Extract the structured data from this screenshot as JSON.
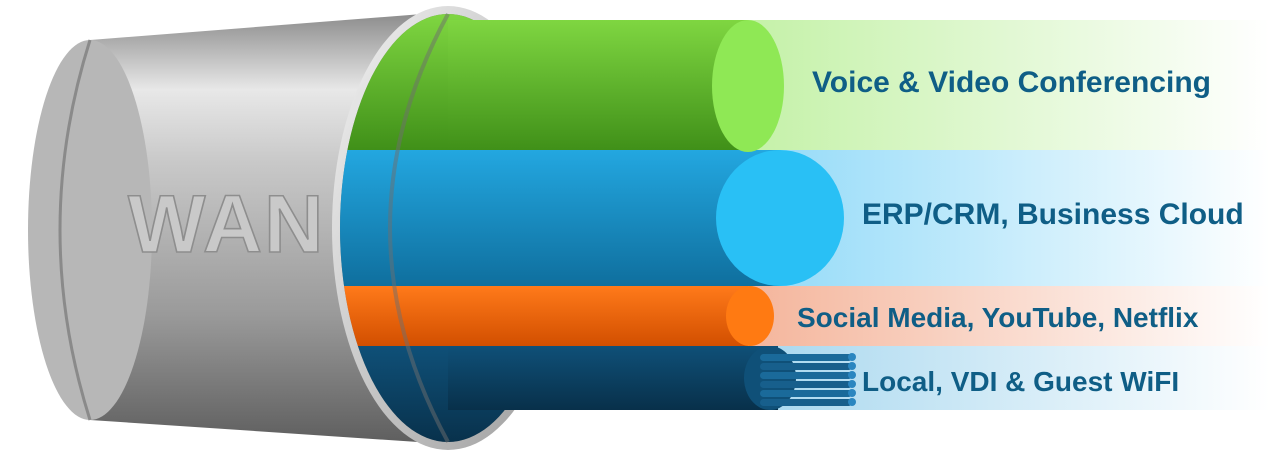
{
  "pipe": {
    "label": "WAN",
    "body_color": "#a3a3a3",
    "highlight_color": "#e6e6e6",
    "shadow_color": "#6d6d6d"
  },
  "lanes": [
    {
      "label": "Voice & Video Conferencing",
      "color": "#5ab52a",
      "end_color": "#8fe855",
      "glow_color": "#d8f5c0",
      "icon": "green-fiber"
    },
    {
      "label": "ERP/CRM, Business Cloud",
      "color": "#1a8fc7",
      "end_color": "#29c0f5",
      "glow_color": "#bfe9fb",
      "icon": "blue-fiber"
    },
    {
      "label": "Social Media, YouTube, Netflix",
      "color": "#f06000",
      "end_color": "#ff7a12",
      "glow_color": "#f7c8b3",
      "icon": "orange-fiber"
    },
    {
      "label": "Local, VDI & Guest WiFI",
      "color": "#0e4466",
      "end_color": "#1a6a9a",
      "glow_color": "#c9e4f2",
      "icon": "navy-fiber-bundle"
    }
  ],
  "text_color": "#0f5e86"
}
